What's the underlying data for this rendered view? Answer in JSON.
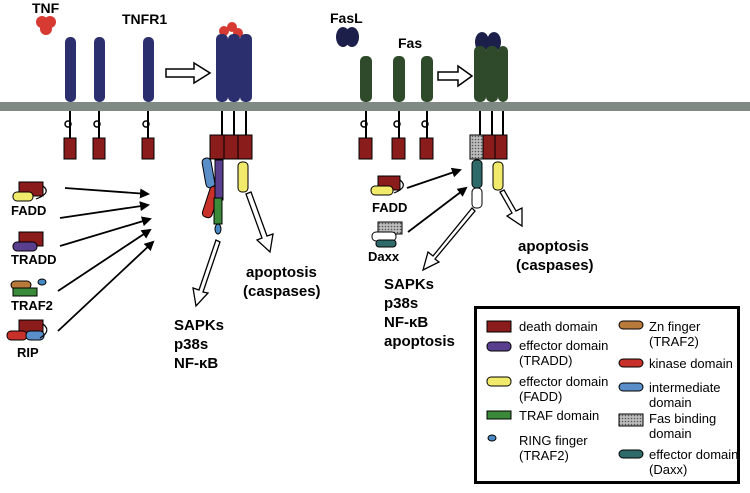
{
  "labels": {
    "tnf": "TNF",
    "tnfr1": "TNFR1",
    "fasl": "FasL",
    "fas": "Fas",
    "fadd_left": "FADD",
    "tradd": "TRADD",
    "traf2": "TRAF2",
    "rip": "RIP",
    "fadd_right": "FADD",
    "daxx": "Daxx",
    "tnf_outcome_1": "SAPKs",
    "tnf_outcome_2": "p38s",
    "tnf_outcome_3": "NF-κB",
    "tnf_apoptosis_1": "apoptosis",
    "tnf_apoptosis_2": "(caspases)",
    "fas_apoptosis_1": "apoptosis",
    "fas_apoptosis_2": "(caspases)",
    "fas_outcome_1": "SAPKs",
    "fas_outcome_2": "p38s",
    "fas_outcome_3": "NF-κB",
    "fas_outcome_4": "apoptosis"
  },
  "legend": {
    "death_domain": "death domain",
    "effector_tradd_1": "effector domain",
    "effector_tradd_2": "(TRADD)",
    "effector_fadd_1": "effector domain",
    "effector_fadd_2": "(FADD)",
    "traf_domain": "TRAF domain",
    "ring_finger_1": "RING finger",
    "ring_finger_2": "(TRAF2)",
    "zn_finger_1": "Zn finger",
    "zn_finger_2": "(TRAF2)",
    "kinase_domain": "kinase domain",
    "intermediate_1": "intermediate",
    "intermediate_2": "domain",
    "fas_binding_1": "Fas binding",
    "fas_binding_2": "domain",
    "effector_daxx_1": "effector domain",
    "effector_daxx_2": "(Daxx)"
  },
  "colors": {
    "tnfr_domain": "#2b2f6e",
    "fas_domain": "#2f4a2a",
    "death_domain": "#8a1c1c",
    "ligand_tnf": "#d63a32",
    "ligand_fasl": "#1c1f4a",
    "membrane": "#7f8a84",
    "effector_tradd": "#5b3f8f",
    "effector_fadd": "#f2ea6a",
    "traf_domain": "#3a8a3a",
    "ring_finger": "#4a8ac4",
    "zn_finger": "#b87a3a",
    "kinase_domain": "#c8302a",
    "intermediate_domain": "#5a8ec8",
    "fas_binding": "#9a9a9a",
    "effector_daxx": "#2f6a6a"
  }
}
